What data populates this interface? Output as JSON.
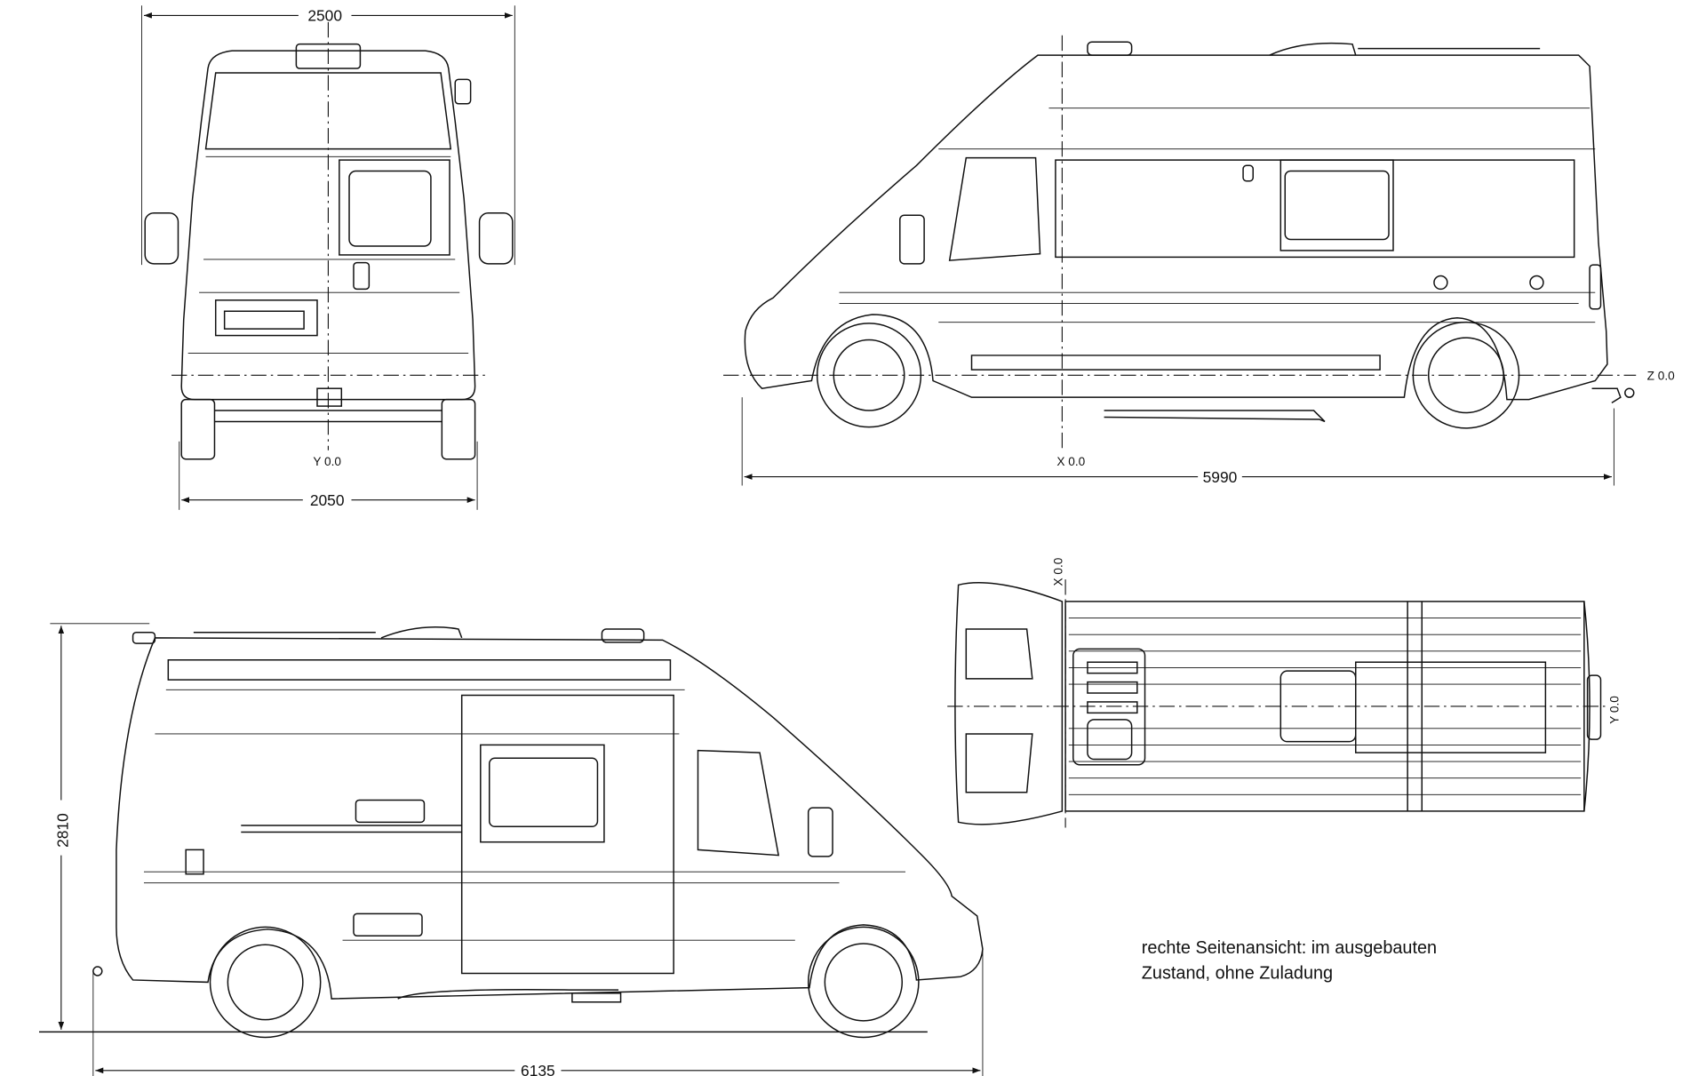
{
  "front_view": {
    "width_top_label": "2500",
    "width_bottom_label": "2050",
    "axis_label": "Y 0.0"
  },
  "side_view_left": {
    "axis_z_label": "Z 0.0",
    "axis_x_label": "X 0.0",
    "length_label": "5990"
  },
  "side_view_right": {
    "height_label": "2810",
    "length_label": "6135"
  },
  "top_view": {
    "axis_x_label": "X 0.0",
    "axis_y_label": "Y 0.0"
  },
  "note": {
    "line1": "rechte Seitenansicht: im ausgebauten",
    "line2": "Zustand, ohne Zuladung"
  }
}
